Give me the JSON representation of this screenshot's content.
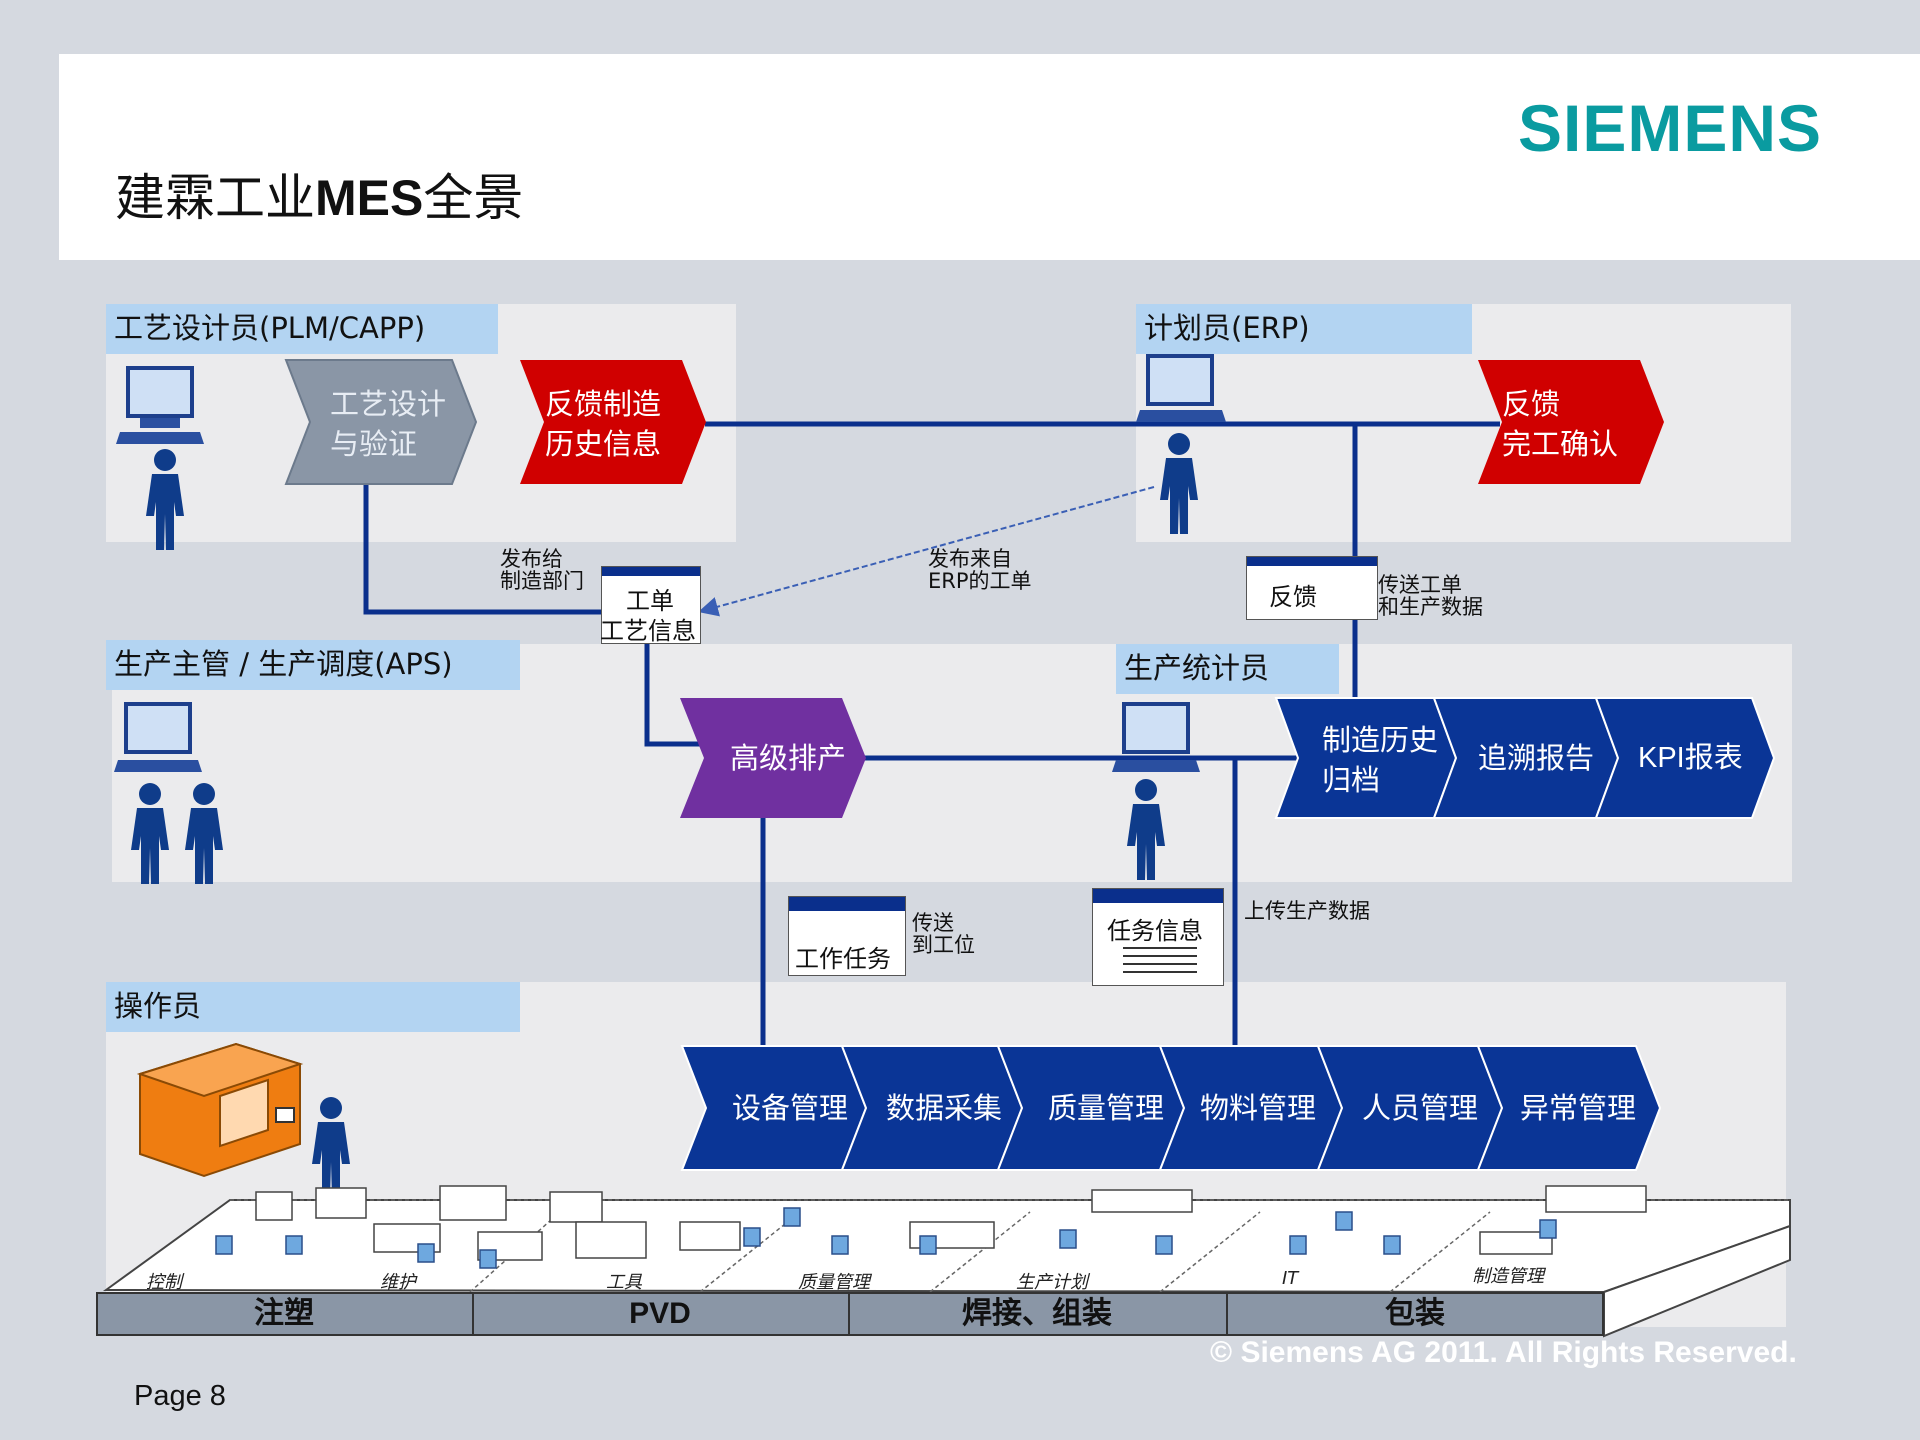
{
  "header": {
    "title_cn_1": "建霖工业",
    "title_bold": "MES",
    "title_cn_2": "全景",
    "logo": "SIEMENS"
  },
  "roles": {
    "planner_process": "工艺设计员(PLM/CAPP)",
    "planner_erp": "计划员(ERP)",
    "production_manager": "生产主管 / 生产调度(APS)",
    "statistician": "生产统计员",
    "operator": "操作员"
  },
  "arrows": {
    "process_design": [
      "工艺设计",
      "与验证"
    ],
    "feedback_history": [
      "反馈制造",
      "历史信息"
    ],
    "feedback_completion": [
      "反馈",
      "完工确认"
    ],
    "aps": "高级排产",
    "history_archive": [
      "制造历史",
      "归档"
    ],
    "trace_report": "追溯报告",
    "kpi_report": "KPI报表",
    "modules": [
      "设备管理",
      "数据采集",
      "质量管理",
      "物料管理",
      "人员管理",
      "异常管理"
    ]
  },
  "notes": {
    "release_to_mfg": [
      "发布给",
      "制造部门"
    ],
    "release_from_erp": [
      "发布来自",
      "ERP的工单"
    ],
    "transfer_order_data": [
      "传送工单",
      "和生产数据"
    ],
    "send_to_station": [
      "传送",
      "到工位"
    ],
    "upload_data": "上传生产数据"
  },
  "documents": {
    "order_process": [
      "工单",
      "工艺信息"
    ],
    "feedback": "反馈",
    "work_task": "工作任务",
    "task_info": "任务信息"
  },
  "floor": {
    "labels": [
      "控制",
      "维护",
      "工具",
      "质量管理",
      "生产计划",
      "IT",
      "制造管理"
    ],
    "zones": [
      "注塑",
      "PVD",
      "焊接、组装",
      "包装"
    ]
  },
  "footer": {
    "page": "Page 8",
    "copyright": "© Siemens AG 2011. All Rights Reserved."
  },
  "colors": {
    "accent_blue": "#0a2f8c",
    "arrow_blue": "#0a3596",
    "arrow_red": "#d00000",
    "arrow_purple": "#7030a0",
    "arrow_gray": "#8a96a6",
    "siemens_teal": "#0a9ba0",
    "role_bg": "#b3d4f2"
  }
}
